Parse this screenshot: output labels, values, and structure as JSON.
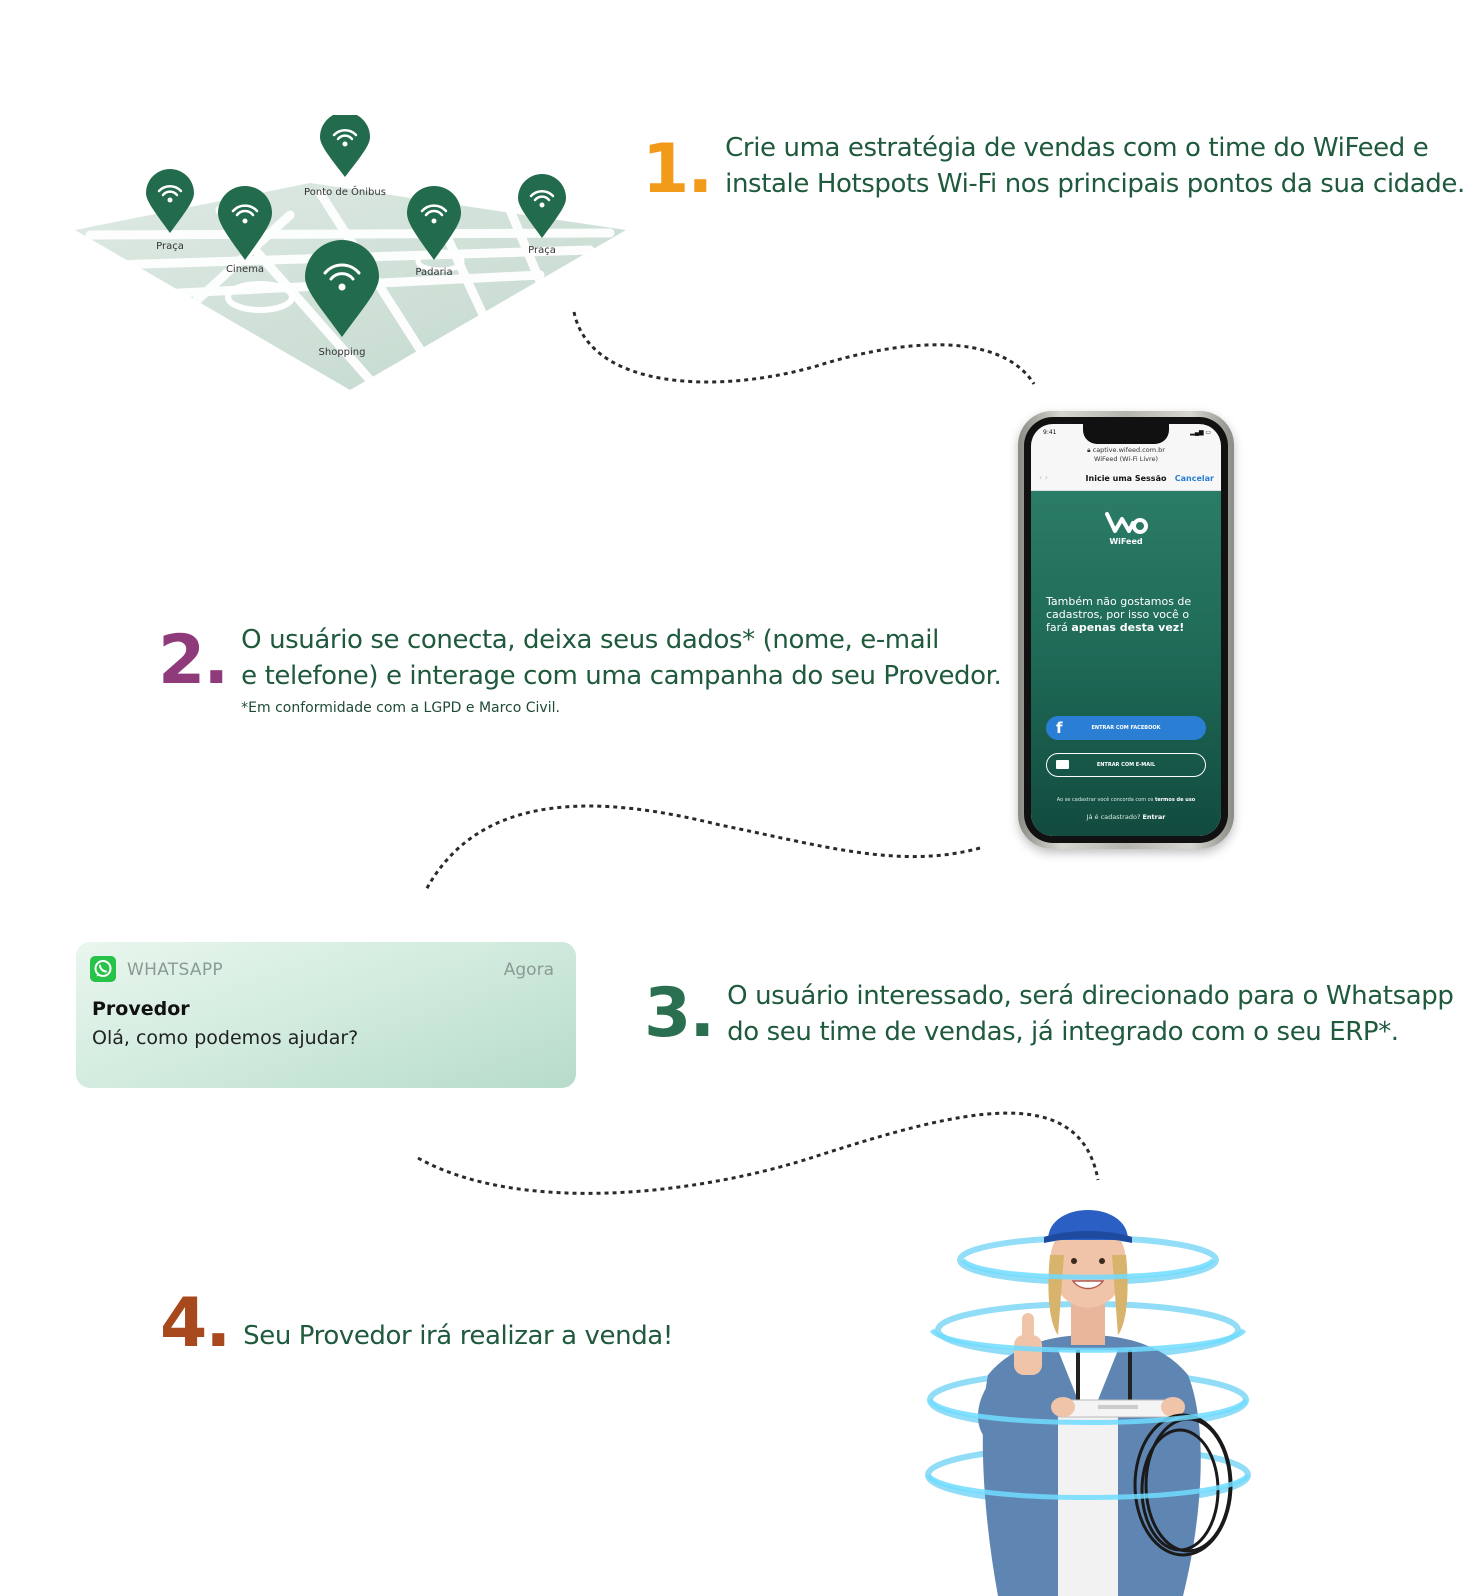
{
  "steps": [
    {
      "number": "1.",
      "line1": "Crie uma estratégia de vendas com o time do WiFeed e",
      "line2": "instale Hotspots Wi-Fi nos principais pontos da sua cidade.",
      "color": "#f29b1b"
    },
    {
      "number": "2.",
      "line1": "O usuário se conecta, deixa seus dados* (nome, e-mail",
      "line2": "e telefone) e interage com uma campanha do seu Provedor.",
      "note": "*Em conformidade com a LGPD e Marco Civil.",
      "color": "#8e3a7b"
    },
    {
      "number": "3.",
      "line1": "O usuário interessado, será direcionado para o Whatsapp",
      "line2": "do seu time de vendas, já integrado com o seu ERP*.",
      "color": "#2a6f50"
    },
    {
      "number": "4.",
      "line1": "Seu Provedor irá realizar a venda!",
      "color": "#a8481d"
    }
  ],
  "map": {
    "pins": [
      {
        "label": "Ponto de Ônibus"
      },
      {
        "label": "Praça"
      },
      {
        "label": "Cinema"
      },
      {
        "label": "Padaria"
      },
      {
        "label": "Praça"
      },
      {
        "label": "Shopping"
      }
    ],
    "pin_color": "#236b4d",
    "icon": "wifi-icon"
  },
  "phone": {
    "time": "9:41",
    "url": "captive.wifeed.com.br",
    "network": "WiFeed (Wi-Fi Livre)",
    "nav_title": "Inicie uma Sessão",
    "cancel": "Cancelar",
    "brand": "WiFeed",
    "message_plain": "Também não gostamos de cadastros, por isso você o fará",
    "message_bold": "apenas desta vez!",
    "facebook_button": "ENTRAR COM FACEBOOK",
    "email_button": "ENTRAR COM E-MAIL",
    "terms_plain": "Ao se cadastrar você concorda com os",
    "terms_bold": "termos de uso",
    "login_plain": "Já é cadastrado?",
    "login_bold": "Entrar"
  },
  "whatsapp": {
    "app_name": "WHATSAPP",
    "time": "Agora",
    "sender": "Provedor",
    "message": "Olá, como podemos ajudar?"
  },
  "colors": {
    "text_green": "#1f5a3d",
    "accent_green": "#236b4d",
    "whatsapp_green": "#27c24a"
  }
}
